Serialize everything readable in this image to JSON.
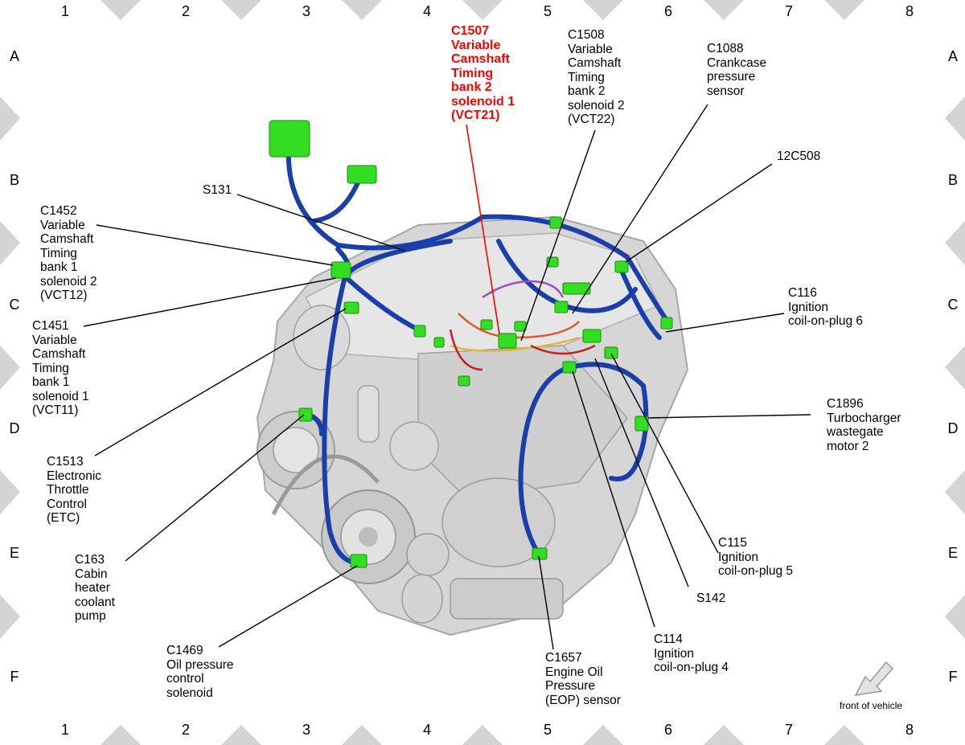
{
  "grid": {
    "columns": [
      "1",
      "2",
      "3",
      "4",
      "5",
      "6",
      "7",
      "8"
    ],
    "rows": [
      "A",
      "B",
      "C",
      "D",
      "E",
      "F"
    ]
  },
  "callouts": [
    {
      "id": "c1507",
      "text": "C1507\nVariable\nCamshaft\nTiming\nbank 2\nsolenoid 1\n(VCT21)",
      "highlight": true
    },
    {
      "id": "c1508",
      "text": "C1508\nVariable\nCamshaft\nTiming\nbank 2\nsolenoid 2\n(VCT22)"
    },
    {
      "id": "c1088",
      "text": "C1088\nCrankcase\npressure\nsensor"
    },
    {
      "id": "12c508",
      "text": "12C508"
    },
    {
      "id": "s131",
      "text": "S131"
    },
    {
      "id": "c1452",
      "text": "C1452\nVariable\nCamshaft\nTiming\nbank 1\nsolenoid 2\n(VCT12)"
    },
    {
      "id": "c1451",
      "text": "C1451\nVariable\nCamshaft\nTiming\nbank 1\nsolenoid 1\n(VCT11)"
    },
    {
      "id": "c116",
      "text": "C116\nIgnition\ncoil-on-plug 6"
    },
    {
      "id": "c1896",
      "text": "C1896\nTurbocharger\nwastegate\nmotor 2"
    },
    {
      "id": "c1513",
      "text": "C1513\nElectronic\nThrottle\nControl\n(ETC)"
    },
    {
      "id": "c163",
      "text": "C163\nCabin\nheater\ncoolant\npump"
    },
    {
      "id": "c115",
      "text": "C115\nIgnition\ncoil-on-plug 5"
    },
    {
      "id": "s142",
      "text": "S142"
    },
    {
      "id": "c1469",
      "text": "C1469\nOil pressure\ncontrol\nsolenoid"
    },
    {
      "id": "c1657",
      "text": "C1657\nEngine Oil\nPressure\n(EOP) sensor"
    },
    {
      "id": "c114",
      "text": "C114\nIgnition\ncoil-on-plug 4"
    }
  ],
  "orientation": {
    "label": "front of vehicle",
    "icon": "front-arrow-icon"
  },
  "colors": {
    "highlight": "#ff0000",
    "connector": "#33dd22",
    "harness": "#1a3fa8",
    "engine": "#c9c9c9",
    "frame_marker": "#d4d4d4"
  }
}
